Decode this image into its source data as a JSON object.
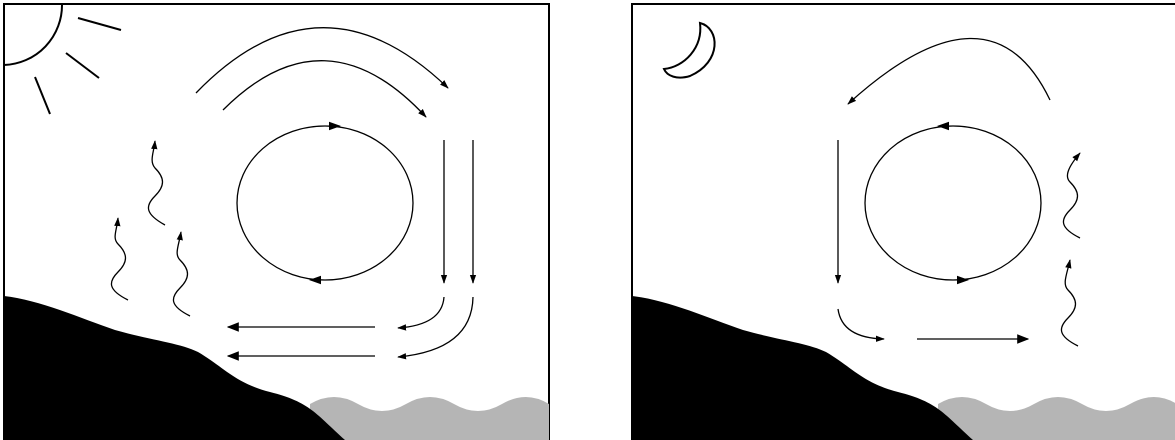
{
  "colors": {
    "background": "#ffffff",
    "ink": "#000000",
    "land": "#000000",
    "water": "#b5b5b5"
  },
  "panels": [
    {
      "name": "day",
      "celestial_icon": "sun-icon",
      "land_icon": "land-silhouette",
      "water_icon": "sea-waves",
      "rising_air_icons": [
        "wavy-up-arrow",
        "wavy-up-arrow",
        "wavy-up-arrow"
      ],
      "circulation_icon": "convection-cell-loop"
    },
    {
      "name": "night",
      "celestial_icon": "crescent-moon-icon",
      "land_icon": "land-silhouette",
      "water_icon": "sea-waves",
      "rising_air_icons": [
        "wavy-up-arrow",
        "wavy-up-arrow"
      ],
      "circulation_icon": "convection-cell-loop"
    }
  ]
}
